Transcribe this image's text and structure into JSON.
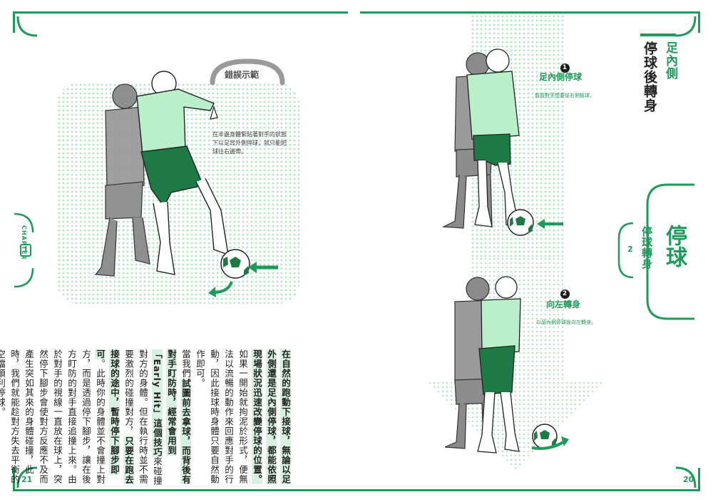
{
  "colors": {
    "accent": "#1e9a5a",
    "light_green": "#b9f0c9",
    "dark_green": "#1e7a45",
    "gray": "#9a9a9a"
  },
  "left_page": {
    "wrong_example_label": "錯誤示範",
    "wrong_caption": "在半邊身體緊貼著對手的狀態下以足背外側停球，就只能把球往右邊帶。",
    "chapter_label": "CHAPTER",
    "chapter_number": "1",
    "page_number": "21",
    "body": {
      "p1_parts": [
        {
          "text": "在自然的跑動下接球，無論以足外側還是足內側停球，都能依照現場狀況迅速改變停球的位置。",
          "hl": true
        },
        {
          "text": "如果一開始就拘泥於形式，便無法以流暢的動作來回應對手的行動，因此接球時身體只要自然動作即可。",
          "hl": false
        }
      ],
      "p2_parts": [
        {
          "text": "當我們",
          "hl": false
        },
        {
          "text": "試圖前去拿球，而背後有對手盯防時，經常會用到「Early Hit」",
          "hl": true
        },
        {
          "text": "這個技巧",
          "hl": true
        },
        {
          "text": "來碰撞對方的身體。但在執行時並不需要激烈的碰撞對方，",
          "hl": false
        },
        {
          "text": "只要在跑去接球的途中，暫時停下腳步即可",
          "hl": true
        },
        {
          "text": "。此時你的身體並不會撞上對方，而是透過停下腳步，讓在後方盯防的對手直接追撞上來。由於對手的視線一直放在球上，突然停下腳步會使對方反應不及而產生突如其來的身體碰撞，此時，我們就能趁對方失去平衡的空檔順利停球。",
          "hl": false
        }
      ]
    }
  },
  "right_page": {
    "title_small": "足內側",
    "title_large": "停球後轉身",
    "step1": {
      "num": "1",
      "title": "足內側停球",
      "caption": "假設對手想要從右側搶球。"
    },
    "step2": {
      "num": "2",
      "title": "向左轉身",
      "caption": "以足內側停球後向左轉身。"
    },
    "section_num": "2",
    "section_sub": "停球轉身",
    "section_main": "停球",
    "page_number": "20"
  }
}
